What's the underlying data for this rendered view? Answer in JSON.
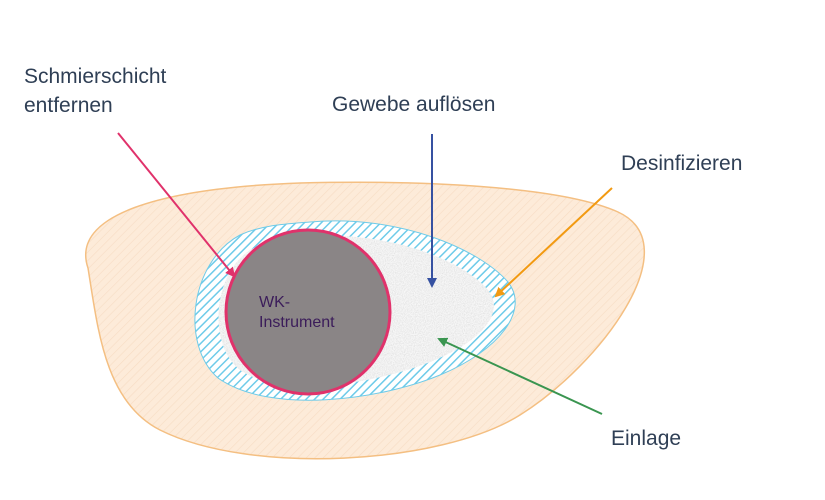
{
  "colors": {
    "outer_fill": "#fdebd9",
    "outer_stroke": "#f4bf82",
    "hatch": "#6ecbe9",
    "insert_fill": "#f7f7f7",
    "instrument_fill": "#8a8586",
    "instrument_stroke": "#e0326b",
    "arrow_smear": "#e0326b",
    "arrow_tissue": "#3651a1",
    "arrow_disinfect": "#f29a12",
    "arrow_insert": "#3a9550",
    "label_text": "#2f3f55",
    "instrument_text": "#3b1c5a"
  },
  "labels": {
    "smear_line1": "Schmierschicht",
    "smear_line2": "entfernen",
    "tissue": "Gewebe auflösen",
    "disinfect": "Desinfizieren",
    "insert": "Einlage",
    "instrument_line1": "WK-",
    "instrument_line2": "Instrument"
  }
}
